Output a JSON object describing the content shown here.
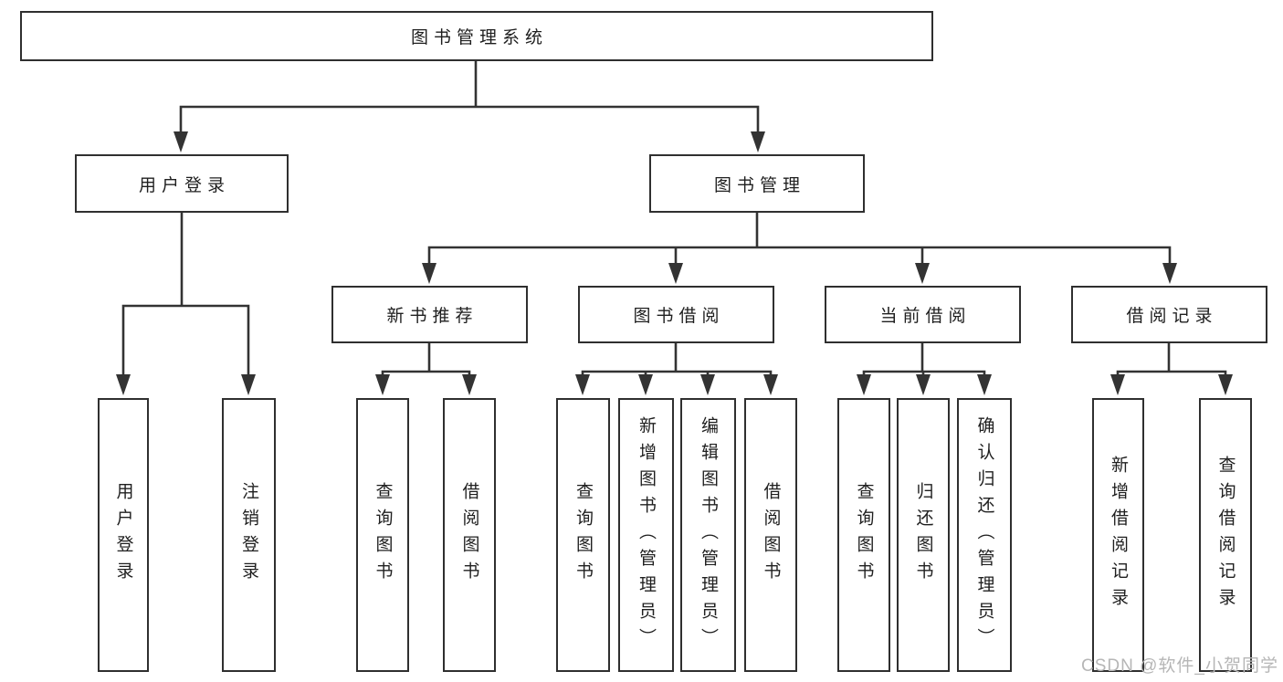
{
  "tree": {
    "label": "图书管理系统",
    "children": [
      {
        "label": "用户登录",
        "children": [
          {
            "label": "用户登录"
          },
          {
            "label": "注销登录"
          }
        ]
      },
      {
        "label": "图书管理",
        "children": [
          {
            "label": "新书推荐",
            "children": [
              {
                "label": "查询图书"
              },
              {
                "label": "借阅图书"
              }
            ]
          },
          {
            "label": "图书借阅",
            "children": [
              {
                "label": "查询图书"
              },
              {
                "label": "新增图书（管理员）"
              },
              {
                "label": "编辑图书（管理员）"
              },
              {
                "label": "借阅图书"
              }
            ]
          },
          {
            "label": "当前借阅",
            "children": [
              {
                "label": "查询图书"
              },
              {
                "label": "归还图书"
              },
              {
                "label": "确认归还（管理员）"
              }
            ]
          },
          {
            "label": "借阅记录",
            "children": [
              {
                "label": "新增借阅记录"
              },
              {
                "label": "查询借阅记录"
              }
            ]
          }
        ]
      }
    ]
  },
  "watermark": {
    "text": "CSDN @软件_小贺同学"
  },
  "colors": {
    "line": "#333333",
    "box_border": "#2f2f2f",
    "text": "#1f1f1f",
    "watermark": "#b6b6b6",
    "background": "#ffffff"
  }
}
